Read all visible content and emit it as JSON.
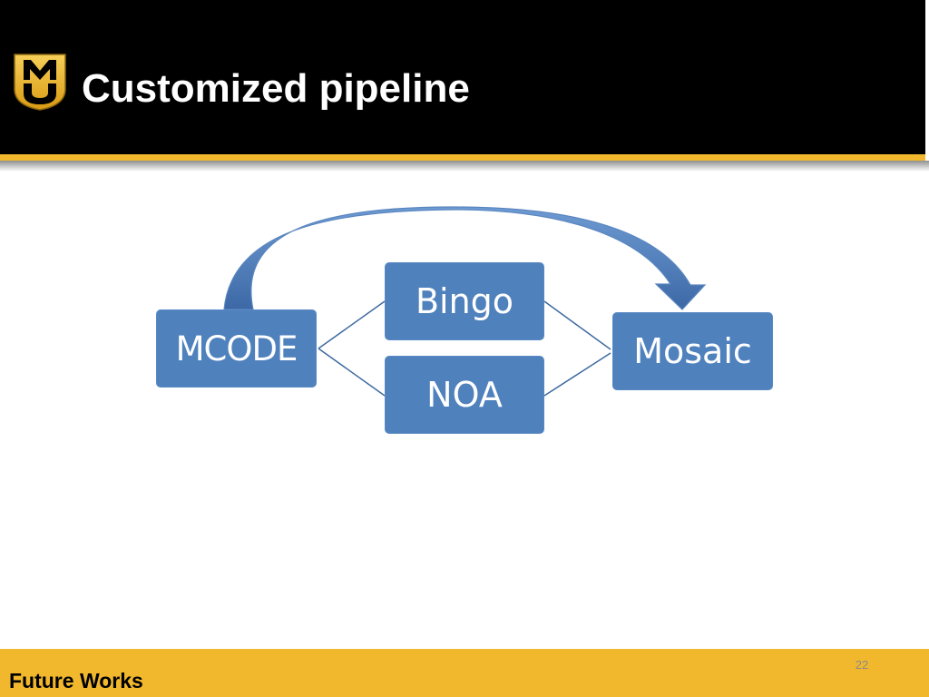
{
  "slide": {
    "title": "Customized pipeline",
    "footer_text": "Future Works",
    "page_number": "22",
    "logo": {
      "letters": "MU",
      "icon": "university-shield-logo"
    }
  },
  "colors": {
    "header_background": "#000000",
    "accent_gold": "#f1b82d",
    "node_fill": "#4f81bd",
    "node_text": "#ffffff",
    "connector": "#3d6aa0",
    "arrow_fill": "#4a7bbd"
  },
  "diagram": {
    "nodes": [
      {
        "id": "mcode",
        "label": "MCODE"
      },
      {
        "id": "bingo",
        "label": "Bingo"
      },
      {
        "id": "noa",
        "label": "NOA"
      },
      {
        "id": "mosaic",
        "label": "Mosaic"
      }
    ],
    "edges": [
      {
        "from": "mcode",
        "to": "bingo",
        "style": "line"
      },
      {
        "from": "mcode",
        "to": "noa",
        "style": "line"
      },
      {
        "from": "bingo",
        "to": "mosaic",
        "style": "line"
      },
      {
        "from": "noa",
        "to": "mosaic",
        "style": "line"
      },
      {
        "from": "mcode",
        "to": "mosaic",
        "style": "curved-arrow"
      }
    ]
  }
}
